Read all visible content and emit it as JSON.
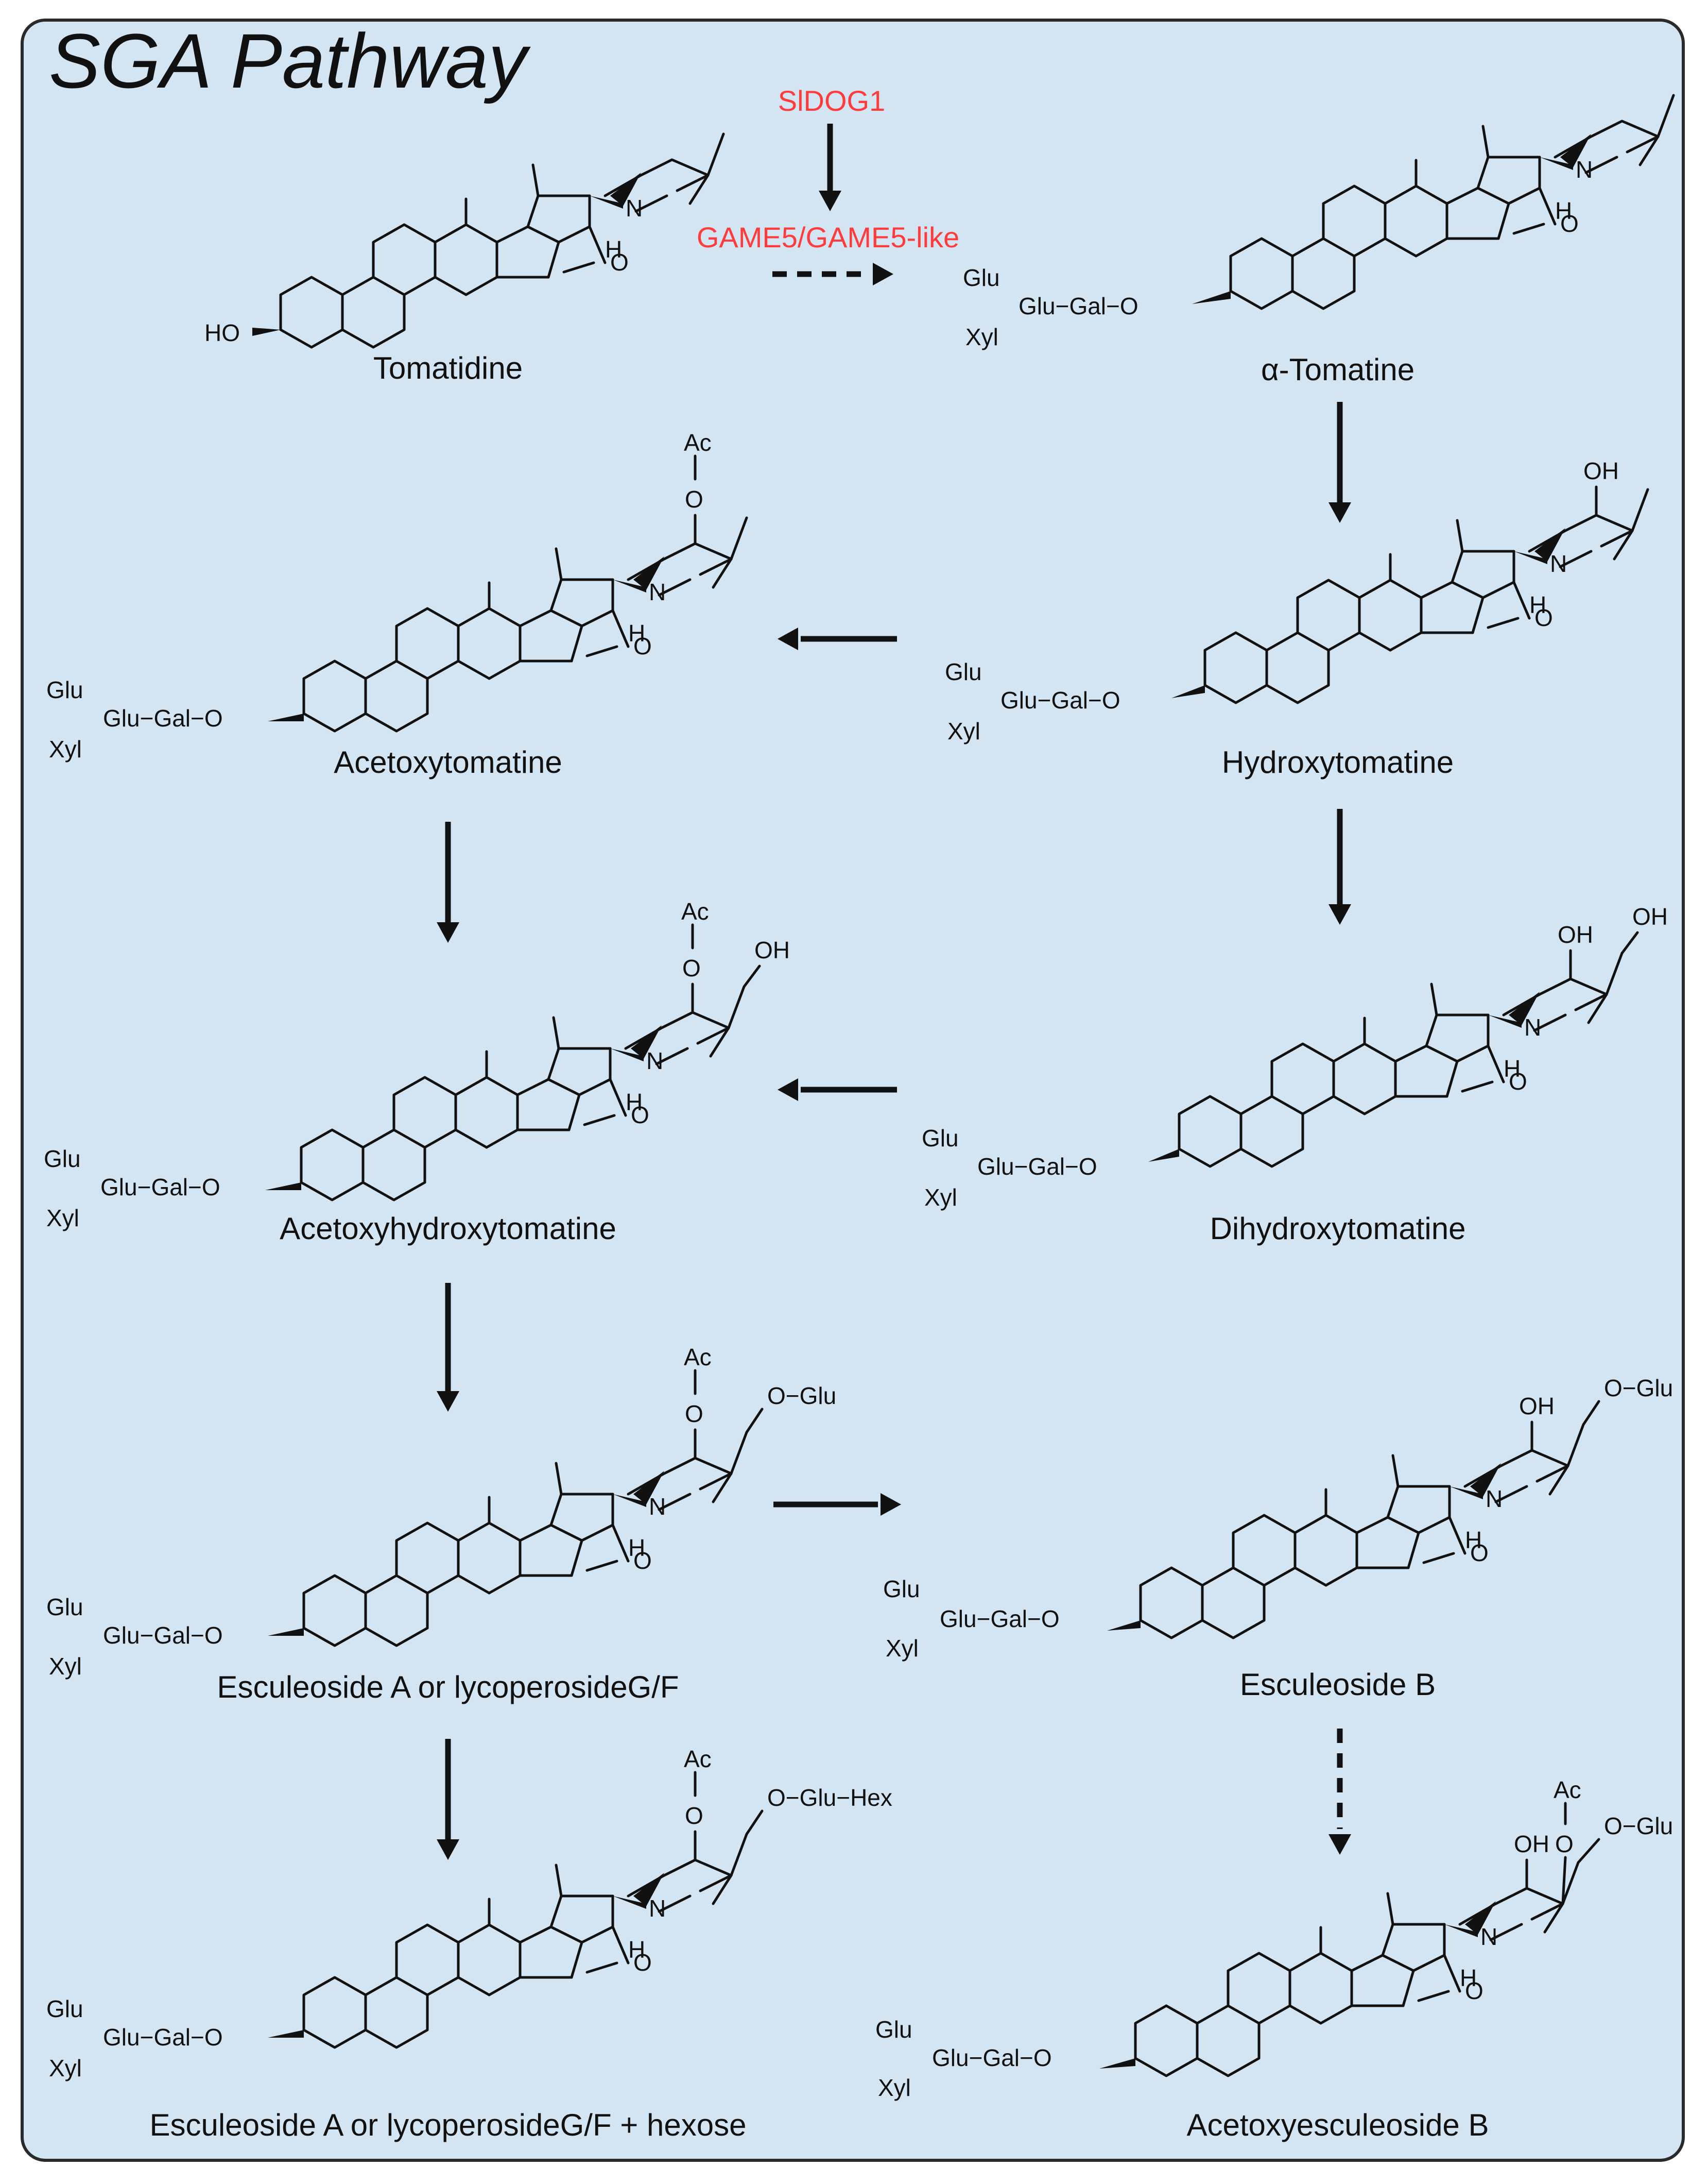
{
  "title": "SGA Pathway",
  "colors": {
    "panel": "#d3e5f2",
    "border": "#2a2a2a",
    "enzyme": "#ff3b3b",
    "ink": "#111111"
  },
  "enzymes": {
    "sldog1": "SlDOG1",
    "game5": "GAME5/GAME5-like"
  },
  "compounds": [
    {
      "id": "tomatidine",
      "name": "Tomatidine",
      "substituent_3": "HO",
      "h": "H"
    },
    {
      "id": "alpha_tomatine",
      "name": "α-Tomatine",
      "glu": "Glu",
      "core": "Glu−Gal−O",
      "xyl": "Xyl",
      "h": "H"
    },
    {
      "id": "hydroxytomatine",
      "name": "Hydroxytomatine",
      "glu": "Glu",
      "core": "Glu−Gal−O",
      "xyl": "Xyl",
      "top": "OH",
      "h": "H"
    },
    {
      "id": "acetoxytomatine",
      "name": "Acetoxytomatine",
      "glu": "Glu",
      "core": "Glu−Gal−O",
      "xyl": "Xyl",
      "ac": "Ac",
      "o": "O",
      "h": "H"
    },
    {
      "id": "dihydroxytomatine",
      "name": "Dihydroxytomatine",
      "glu": "Glu",
      "core": "Glu−Gal−O",
      "xyl": "Xyl",
      "top": "OH",
      "right": "OH",
      "h": "H"
    },
    {
      "id": "acetoxyhydroxytomatine",
      "name": "Acetoxyhydroxytomatine",
      "glu": "Glu",
      "core": "Glu−Gal−O",
      "xyl": "Xyl",
      "ac": "Ac",
      "o": "O",
      "right": "OH",
      "h": "H"
    },
    {
      "id": "esculeoside_a",
      "name": "Esculeoside A or lycoperosideG/F",
      "glu": "Glu",
      "core": "Glu−Gal−O",
      "xyl": "Xyl",
      "ac": "Ac",
      "o": "O",
      "right": "O−Glu",
      "h": "H"
    },
    {
      "id": "esculeoside_b",
      "name": "Esculeoside B",
      "glu": "Glu",
      "core": "Glu−Gal−O",
      "xyl": "Xyl",
      "top": "OH",
      "right": "O−Glu",
      "h": "H"
    },
    {
      "id": "esculeoside_a_hex",
      "name": "Esculeoside A or lycoperosideG/F + hexose",
      "glu": "Glu",
      "core": "Glu−Gal−O",
      "xyl": "Xyl",
      "ac": "Ac",
      "o": "O",
      "right": "O−Glu−Hex",
      "h": "H"
    },
    {
      "id": "acetoxyesculeoside_b",
      "name": "Acetoxyesculeoside B",
      "glu": "Glu",
      "core": "Glu−Gal−O",
      "xyl": "Xyl",
      "top": "OH",
      "ac": "Ac",
      "o": "O",
      "right": "O−Glu",
      "h": "H"
    }
  ]
}
